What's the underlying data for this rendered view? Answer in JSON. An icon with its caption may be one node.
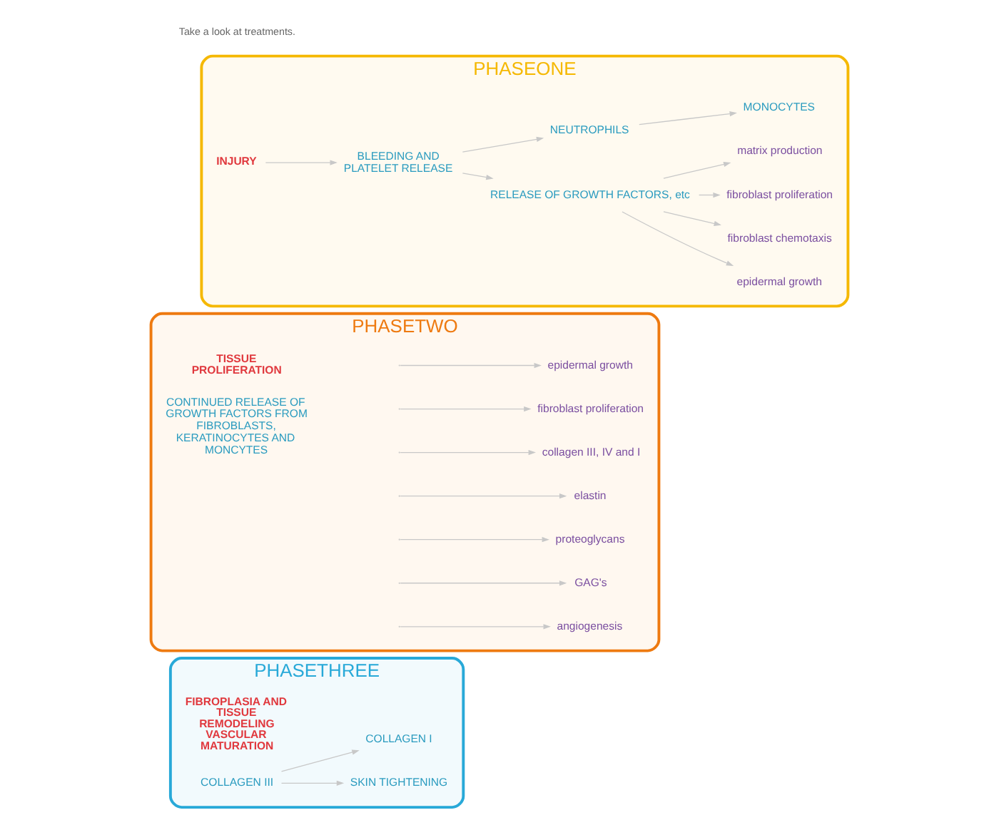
{
  "diagram": {
    "nodes": [
      {
        "text": [
          "PHASEONE"
        ]
      },
      {
        "text": [
          "INJURY"
        ],
        "in": 0
      },
      {
        "text": [
          "RELEASE OF GROWTH FACTORS, etc"
        ],
        "in": 0
      },
      {
        "text": [
          "BLEEDING AND PLATELET RELEASE"
        ],
        "in": 0
      },
      {
        "text": [
          "epidermal growth"
        ],
        "in": 0
      },
      {
        "text": [
          "fibroblast chemotaxis"
        ],
        "in": 0
      },
      {
        "text": [
          "fibroblast proliferation"
        ],
        "in": 0
      },
      {
        "text": [
          "matrix production"
        ],
        "in": 0
      },
      {
        "text": [
          "NEUTROPHILS"
        ],
        "in": 0
      },
      {
        "text": [
          "MONOCYTES"
        ],
        "in": 0
      },
      {
        "text": [
          "PHASETWO"
        ]
      },
      {
        "text": [
          "TISSUE PROLIFERATION"
        ],
        "in": 10
      },
      {
        "text": [
          "epidermal growth"
        ],
        "in": 10
      },
      {
        "text": [
          "fibroblast proliferation"
        ],
        "in": 10
      },
      {
        "text": [
          "collagen III, IV and I"
        ],
        "in": 10
      },
      {
        "text": [
          "elastin"
        ],
        "in": 10
      },
      {
        "text": [
          "proteoglycans"
        ],
        "in": 10
      },
      {
        "text": [
          "GAG's"
        ],
        "in": 10
      },
      {
        "text": [
          "angiogenesis"
        ],
        "in": 10
      },
      {
        "text": [
          "CONTINUED RELEASE OF GROWTH FACTORS FROM FIBROBLASTS, KERATINOCYTES AND MONCYTES"
        ],
        "in": 10
      },
      {
        "text": [
          "PHASETHREE"
        ]
      },
      {
        "text": [
          "SKIN TIGHTENING"
        ],
        "in": 20
      },
      {
        "text": [
          "FIBROPLASIA AND TISSUE REMODELING VASCULAR MATURATION"
        ],
        "in": 20
      },
      {
        "text": [
          "COLLAGEN III"
        ],
        "in": 20
      },
      {
        "text": [
          "COLLAGEN I"
        ],
        "in": 20
      }
    ],
    "edges": [
      {
        "from": 1,
        "to": 3,
        "arrow": "to"
      },
      {
        "from": 3,
        "to": 2,
        "arrow": "to"
      },
      {
        "from": 3,
        "to": 8,
        "arrow": "to"
      },
      {
        "from": 2,
        "to": 4,
        "arrow": "to"
      },
      {
        "from": 2,
        "to": 5,
        "arrow": "to"
      },
      {
        "from": 2,
        "to": 6,
        "arrow": "to"
      },
      {
        "from": 2,
        "to": 7,
        "arrow": "to"
      },
      {
        "from": 8,
        "to": 9,
        "arrow": "to"
      },
      {
        "from": null,
        "to": 12,
        "arrow": "to"
      },
      {
        "from": null,
        "to": 13,
        "arrow": "to"
      },
      {
        "from": null,
        "to": 14,
        "arrow": "to"
      },
      {
        "from": null,
        "to": 15,
        "arrow": "to"
      },
      {
        "from": null,
        "to": 16,
        "arrow": "to"
      },
      {
        "from": null,
        "to": 17,
        "arrow": "to"
      },
      {
        "from": null,
        "to": 18,
        "arrow": "to"
      },
      {
        "from": 23,
        "to": 24,
        "arrow": "to"
      },
      {
        "from": 23,
        "to": 21,
        "arrow": "to"
      }
    ],
    "labels": [
      "Take a look at treatments."
    ]
  }
}
